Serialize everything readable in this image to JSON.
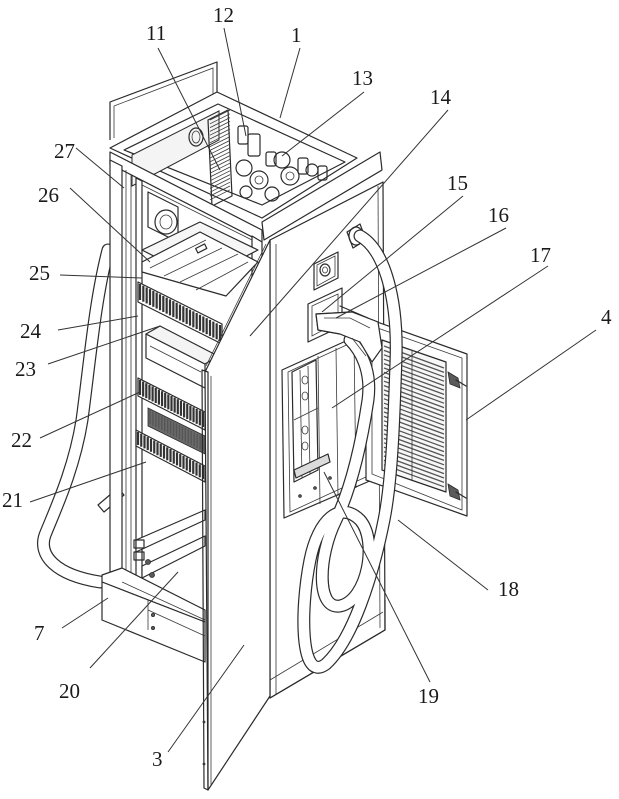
{
  "figure": {
    "title": "Perspective view of charging cabinet with numbered part callouts",
    "colors": {
      "line": "#2b2b2b",
      "background": "#ffffff",
      "text": "#1a1a1a"
    }
  },
  "callouts": [
    {
      "id": "1",
      "label": "1",
      "part": "cabinet-body"
    },
    {
      "id": "3",
      "label": "3",
      "part": "front-door"
    },
    {
      "id": "4",
      "label": "4",
      "part": "side-vent-door"
    },
    {
      "id": "7",
      "label": "7",
      "part": "base"
    },
    {
      "id": "11",
      "label": "11",
      "part": "terminal-strip"
    },
    {
      "id": "12",
      "label": "12",
      "part": "breaker"
    },
    {
      "id": "13",
      "label": "13",
      "part": "contactor"
    },
    {
      "id": "14",
      "label": "14",
      "part": "side-panel"
    },
    {
      "id": "15",
      "label": "15",
      "part": "indicator-switch"
    },
    {
      "id": "16",
      "label": "16",
      "part": "gun-holster"
    },
    {
      "id": "17",
      "label": "17",
      "part": "service-compartment"
    },
    {
      "id": "18",
      "label": "18",
      "part": "charging-cable"
    },
    {
      "id": "19",
      "label": "19",
      "part": "module-rack"
    },
    {
      "id": "20",
      "label": "20",
      "part": "bottom-rail"
    },
    {
      "id": "21",
      "label": "21",
      "part": "lower-heatsink"
    },
    {
      "id": "22",
      "label": "22",
      "part": "middle-heatsink"
    },
    {
      "id": "23",
      "label": "23",
      "part": "power-module"
    },
    {
      "id": "24",
      "label": "24",
      "part": "upright-post"
    },
    {
      "id": "25",
      "label": "25",
      "part": "upper-heatsink"
    },
    {
      "id": "26",
      "label": "26",
      "part": "mounting-plate"
    },
    {
      "id": "27",
      "label": "27",
      "part": "frame-column"
    }
  ]
}
